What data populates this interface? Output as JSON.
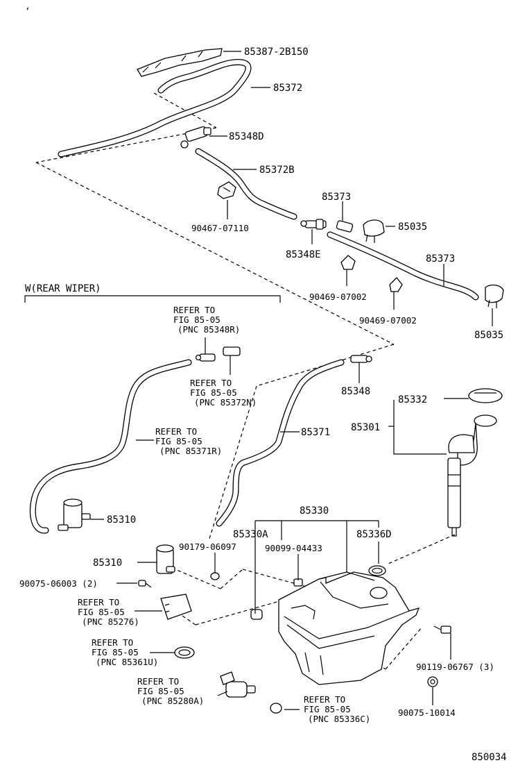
{
  "page_marker": "‘",
  "diagram_id": "850034",
  "section": {
    "title": "W(REAR WIPER)"
  },
  "parts": [
    {
      "id": "p_85387",
      "label": "85387-2B150"
    },
    {
      "id": "p_85372",
      "label": "85372"
    },
    {
      "id": "p_85348D",
      "label": "85348D"
    },
    {
      "id": "p_85372B",
      "label": "85372B"
    },
    {
      "id": "p_90467",
      "label": "90467-07110"
    },
    {
      "id": "p_85373a",
      "label": "85373"
    },
    {
      "id": "p_85035a",
      "label": "85035"
    },
    {
      "id": "p_85348E",
      "label": "85348E"
    },
    {
      "id": "p_85373b",
      "label": "85373"
    },
    {
      "id": "p_90469a",
      "label": "90469-07002"
    },
    {
      "id": "p_90469b",
      "label": "90469-07002"
    },
    {
      "id": "p_85035b",
      "label": "85035"
    },
    {
      "id": "p_85348",
      "label": "85348"
    },
    {
      "id": "p_85332",
      "label": "85332"
    },
    {
      "id": "p_85301",
      "label": "85301"
    },
    {
      "id": "p_85371",
      "label": "85371"
    },
    {
      "id": "p_85310a",
      "label": "85310"
    },
    {
      "id": "p_85330",
      "label": "85330"
    },
    {
      "id": "p_85330A",
      "label": "85330A"
    },
    {
      "id": "p_85336D",
      "label": "85336D"
    },
    {
      "id": "p_90179",
      "label": "90179-06097"
    },
    {
      "id": "p_90099",
      "label": "90099-04433"
    },
    {
      "id": "p_85310b",
      "label": "85310"
    },
    {
      "id": "p_90075a",
      "label": "90075-06003 (2)"
    },
    {
      "id": "p_90119",
      "label": "90119-06767 (3)"
    },
    {
      "id": "p_90075b",
      "label": "90075-10014"
    }
  ],
  "references": [
    {
      "id": "r_85348R",
      "lines": [
        "REFER TO",
        "FIG 85-05",
        "(PNC 85348R)"
      ]
    },
    {
      "id": "r_85372N",
      "lines": [
        "REFER TO",
        "FIG 85-05",
        "(PNC 85372N)"
      ]
    },
    {
      "id": "r_85371R",
      "lines": [
        "REFER TO",
        "FIG 85-05",
        "(PNC 85371R)"
      ]
    },
    {
      "id": "r_85276",
      "lines": [
        "REFER TO",
        "FIG 85-05",
        "(PNC 85276)"
      ]
    },
    {
      "id": "r_85361U",
      "lines": [
        "REFER TO",
        "FIG 85-05",
        "(PNC 85361U)"
      ]
    },
    {
      "id": "r_85280A",
      "lines": [
        "REFER TO",
        "FIG 85-05",
        "(PNC 85280A)"
      ]
    },
    {
      "id": "r_85336C",
      "lines": [
        "REFER TO",
        "FIG 85-05",
        "(PNC 85336C)"
      ]
    }
  ]
}
